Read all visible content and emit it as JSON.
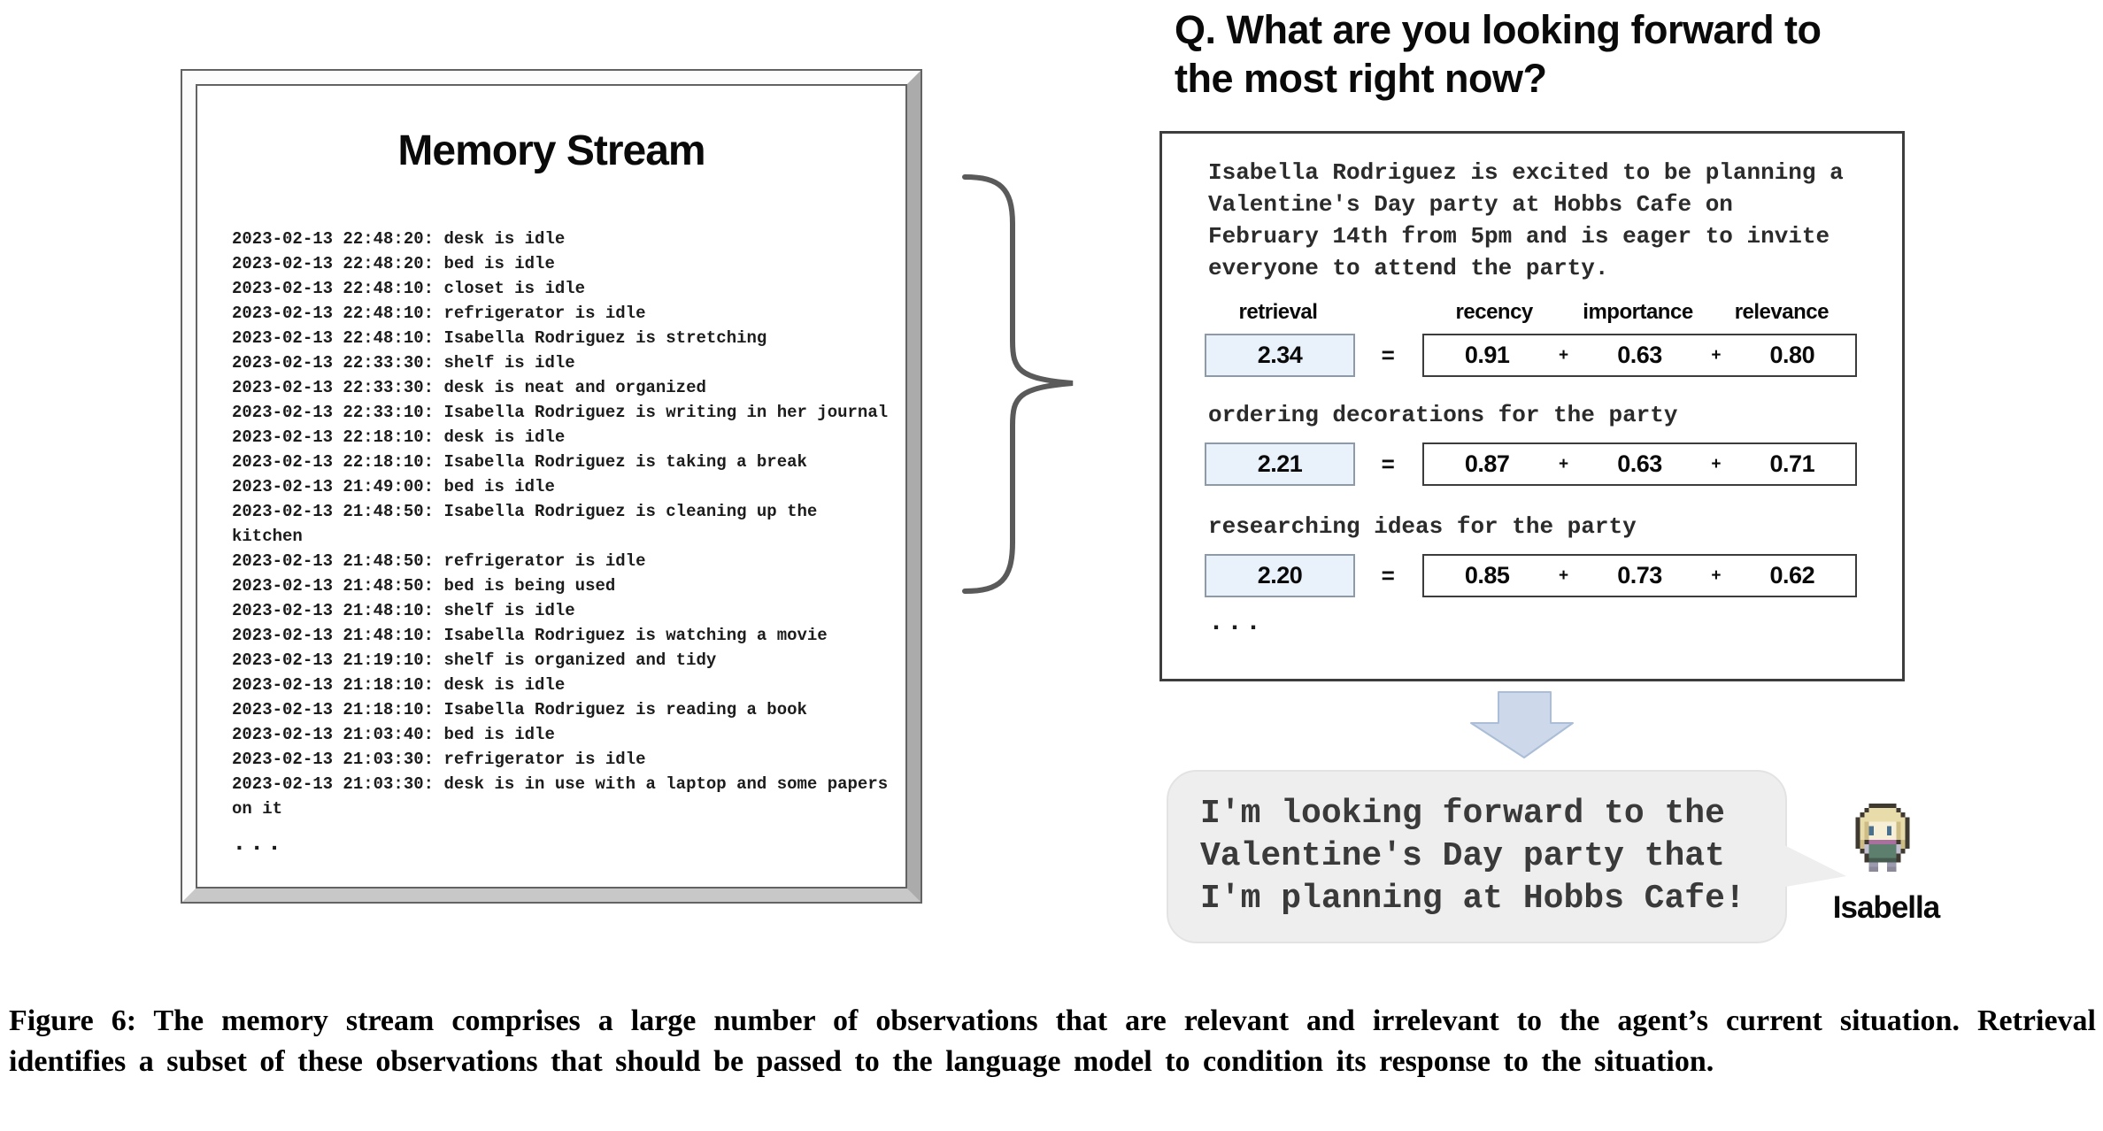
{
  "question": {
    "line1": "Q. What are you looking forward to",
    "line2": "the most right now?"
  },
  "memory_stream": {
    "title": "Memory Stream",
    "lines": [
      "2023-02-13 22:48:20: desk is idle",
      "2023-02-13 22:48:20: bed is idle",
      "2023-02-13 22:48:10: closet is idle",
      "2023-02-13 22:48:10: refrigerator is idle",
      "2023-02-13 22:48:10: Isabella Rodriguez is stretching",
      "2023-02-13 22:33:30: shelf is idle",
      "2023-02-13 22:33:30: desk is neat and organized",
      "2023-02-13 22:33:10: Isabella Rodriguez is writing in her journal",
      "2023-02-13 22:18:10: desk is idle",
      "2023-02-13 22:18:10: Isabella Rodriguez is taking a break",
      "2023-02-13 21:49:00: bed is idle",
      "2023-02-13 21:48:50: Isabella Rodriguez is cleaning up the",
      "kitchen",
      "2023-02-13 21:48:50: refrigerator is idle",
      "2023-02-13 21:48:50: bed is being used",
      "2023-02-13 21:48:10: shelf is idle",
      "2023-02-13 21:48:10: Isabella Rodriguez is watching a movie",
      "2023-02-13 21:19:10: shelf is organized and tidy",
      "2023-02-13 21:18:10: desk is idle",
      "2023-02-13 21:18:10: Isabella Rodriguez is reading a book",
      "2023-02-13 21:03:40: bed is idle",
      "2023-02-13 21:03:30: refrigerator is idle",
      "2023-02-13 21:03:30: desk is in use with a laptop and some papers",
      "on it"
    ],
    "ellipsis": "..."
  },
  "retrieval_panel": {
    "summary_lines": [
      "Isabella Rodriguez is excited to be planning a",
      "Valentine's Day party at Hobbs Cafe on",
      "February 14th from 5pm and is eager to invite",
      "everyone to attend the party."
    ],
    "headers": {
      "retrieval": "retrieval",
      "recency": "recency",
      "importance": "importance",
      "relevance": "relevance"
    },
    "ops": {
      "equals": "=",
      "plus": "+"
    },
    "rows": [
      {
        "label": "",
        "retrieval": "2.34",
        "recency": "0.91",
        "importance": "0.63",
        "relevance": "0.80"
      },
      {
        "label": "ordering decorations for the party",
        "retrieval": "2.21",
        "recency": "0.87",
        "importance": "0.63",
        "relevance": "0.71"
      },
      {
        "label": "researching ideas for the party",
        "retrieval": "2.20",
        "recency": "0.85",
        "importance": "0.73",
        "relevance": "0.62"
      }
    ],
    "ellipsis": "..."
  },
  "speech": {
    "lines": [
      "I'm looking forward to the",
      "Valentine's Day party that",
      "I'm planning at Hobbs Cafe!"
    ],
    "speaker": "Isabella"
  },
  "caption": "Figure 6: The memory stream comprises a large number of observations that are relevant and irrelevant to the agent’s current situation. Retrieval identifies a subset of these observations that should be passed to the language model to condition its response to the situation.",
  "colors": {
    "score_box_fill": "#e9f1fb",
    "arrow_fill": "#cdd9ea",
    "bubble_fill": "#eeeeee"
  }
}
